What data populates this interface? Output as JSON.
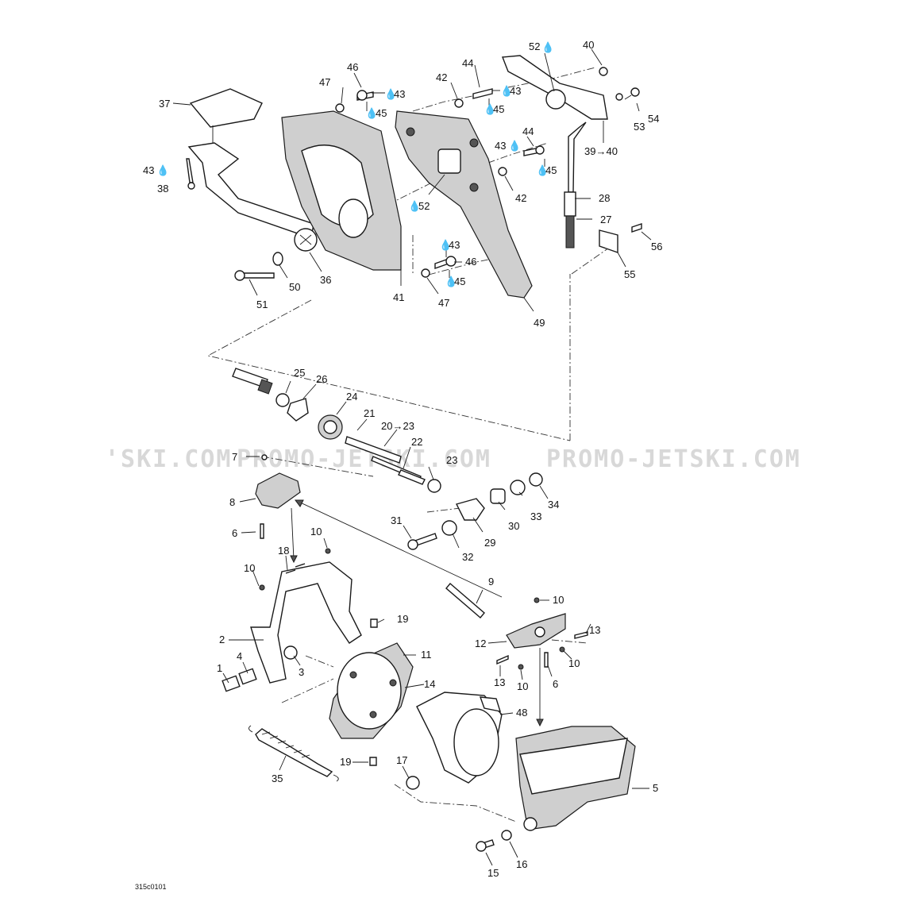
{
  "watermark": {
    "left": "'SKI.COM",
    "middle": "PROMO-JETSKI.COM",
    "right": "PROMO-JETSKI.COM"
  },
  "figure_ref": "315c0101",
  "glyphs": {
    "drop": "💧",
    "arrow": "→"
  },
  "callouts": {
    "c52a": "52",
    "c40": "40",
    "c46": "46",
    "c47a": "47",
    "c43a": "43",
    "c45a": "45",
    "c42a": "42",
    "c44a": "44",
    "c43b": "43",
    "c45b": "45",
    "c37": "37",
    "c53": "53",
    "c54": "54",
    "c39_40": "39→40",
    "c44b": "44",
    "c43c": "43",
    "c45c": "45",
    "c43d": "43",
    "c38": "38",
    "c42b": "42",
    "c52b": "52",
    "c28": "28",
    "c27": "27",
    "c56": "56",
    "c55": "55",
    "c43e": "43",
    "c46b": "46",
    "c45d": "45",
    "c47b": "47",
    "c51": "51",
    "c50": "50",
    "c36": "36",
    "c41": "41",
    "c49": "49",
    "c25": "25",
    "c26": "26",
    "c24": "24",
    "c21": "21",
    "c20_23": "20→23",
    "c22": "22",
    "c7": "7",
    "c23": "23",
    "c8": "8",
    "c31": "31",
    "c30": "30",
    "c33": "33",
    "c34": "34",
    "c29": "29",
    "c32": "32",
    "c6a": "6",
    "c10a": "10",
    "c18": "18",
    "c10b": "10",
    "c9": "9",
    "c10c": "10",
    "c19a": "19",
    "c13a": "13",
    "c2": "2",
    "c11": "11",
    "c12": "12",
    "c4": "4",
    "c10d": "10",
    "c1": "1",
    "c3": "3",
    "c14": "14",
    "c13b": "13",
    "c10e": "10",
    "c6b": "6",
    "c48": "48",
    "c35": "35",
    "c19b": "19",
    "c17": "17",
    "c5": "5",
    "c16": "16",
    "c15": "15"
  }
}
